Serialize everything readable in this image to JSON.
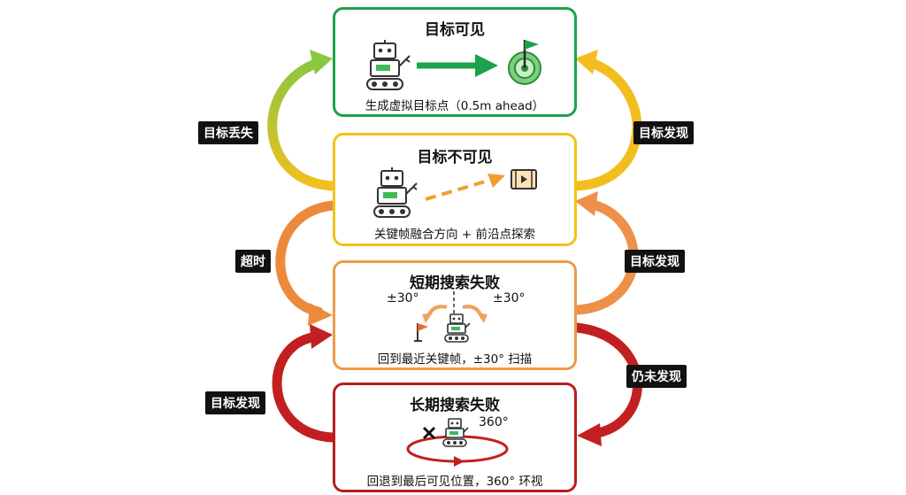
{
  "states": [
    {
      "title": "目标可见",
      "caption": "生成虚拟目标点（0.5m ahead）",
      "color": "#1aa34a"
    },
    {
      "title": "目标不可见",
      "caption": "关键帧融合方向 + 前沿点探索",
      "color": "#f2c21b"
    },
    {
      "title": "短期搜索失败",
      "caption": "回到最近关键帧，±30° 扫描",
      "angle_left": "±30°",
      "angle_right": "±30°",
      "color": "#ee9a4a"
    },
    {
      "title": "长期搜索失败",
      "caption": "回退到最后可见位置，360° 环视",
      "angle": "360°",
      "color": "#b81d1d"
    }
  ],
  "transitions": {
    "lost": "目标丢失",
    "found_upper": "目标发现",
    "timeout": "超时",
    "found_middle": "目标发现",
    "still_not_found": "仍未发现",
    "found_lower": "目标发现"
  },
  "icons": [
    "robot-icon",
    "target-flag-icon",
    "video-frame-icon",
    "flag-icon",
    "x-mark-icon"
  ]
}
